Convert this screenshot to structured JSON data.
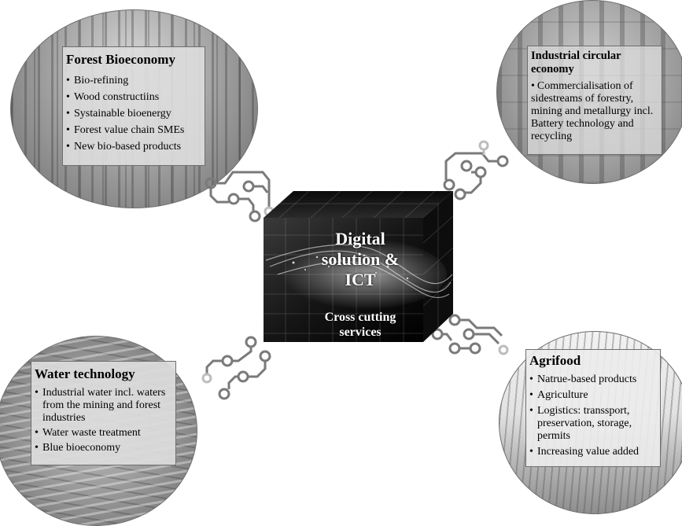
{
  "forest": {
    "title": "Forest Bioeconomy",
    "items": [
      "Bio-refining",
      "Wood constructiins",
      "Systainable bioenergy",
      "Forest value chain SMEs",
      "New bio-based products"
    ]
  },
  "industrial": {
    "title_line1": "Industrial circular",
    "title_line2": "economy",
    "items": [
      "Commercialisation of sidestreams of forestry, mining and metallurgy incl. Battery technology and recycling"
    ]
  },
  "water": {
    "title": "Water technology",
    "items": [
      "Industrial water incl. waters from the mining and forest industries",
      "Water waste treatment",
      "Blue bioeconomy"
    ]
  },
  "agrifood": {
    "title": "Agrifood",
    "items": [
      "Natrue-based products",
      "Agriculture",
      "Logistics: transsport, preservation, storage, permits",
      "Increasing value added"
    ]
  },
  "center": {
    "title_line1": "Digital",
    "title_line2": "solution &",
    "title_line3": "ICT",
    "subtitle_line1": "Cross cutting",
    "subtitle_line2": "services"
  },
  "icons": {
    "circuit": "circuit-connector-icon",
    "cube": "digital-cube-icon"
  }
}
